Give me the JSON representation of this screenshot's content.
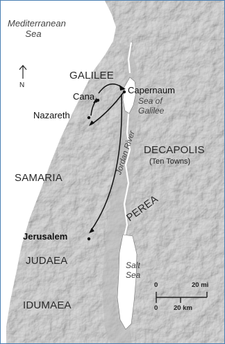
{
  "labels": {
    "mediterranean_sea": "Mediterranean Sea",
    "galilee": "GALILEE",
    "cana": "Cana",
    "nazareth": "Nazareth",
    "capernaum": "Capernaum",
    "sea_of_galilee": "Sea of Galilee",
    "jordan_river": "Jordan River",
    "decapolis": "DECAPOLIS",
    "ten_towns": "(Ten Towns)",
    "samaria": "SAMARIA",
    "perea": "PEREA",
    "jerusalem": "Jerusalem",
    "judaea": "JUDAEA",
    "salt_sea": "Salt Sea",
    "idumaea": "IDUMAEA"
  },
  "compass": {
    "letter": "N"
  },
  "scale_bar": {
    "miles_start": "0",
    "miles_end": "20 mi",
    "km_start": "0",
    "km_end": "20 km"
  },
  "colors": {
    "land": "#dadada",
    "water": "#ffffff",
    "border": "#4a7fb3",
    "route": "#111111"
  }
}
